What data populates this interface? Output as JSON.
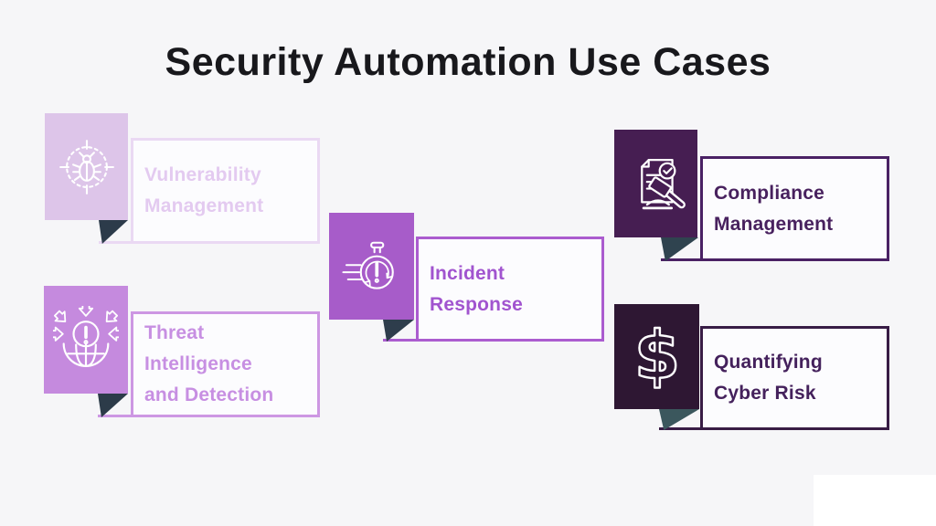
{
  "title": "Security Automation Use Cases",
  "cards": [
    {
      "label": "Vulnerability\nManagement",
      "icon": "bug-crosshair",
      "square_color": "#ddc5e9",
      "text_color": "#e3caf0",
      "border_color": "#ead9f3",
      "fold_color": "#2c3b4a"
    },
    {
      "label": "Threat\nIntelligence\nand Detection",
      "icon": "globe-alert",
      "square_color": "#c58ade",
      "text_color": "#c78fe2",
      "border_color": "#cd97e3",
      "fold_color": "#2c3b49"
    },
    {
      "label": "Incident\nResponse",
      "icon": "stopwatch-alert",
      "square_color": "#a75cc9",
      "text_color": "#a154cf",
      "border_color": "#ab5ccf",
      "fold_color": "#2e3d4c"
    },
    {
      "label": "Compliance\nManagement",
      "icon": "document-gavel",
      "square_color": "#461e52",
      "text_color": "#48215e",
      "border_color": "#4a2164",
      "fold_color": "#2f434f"
    },
    {
      "label": "Quantifying\nCyber Risk",
      "icon": "dollar-sign",
      "square_color": "#2e1733",
      "text_color": "#44215c",
      "border_color": "#381c45",
      "fold_color": "#3b575d"
    }
  ]
}
